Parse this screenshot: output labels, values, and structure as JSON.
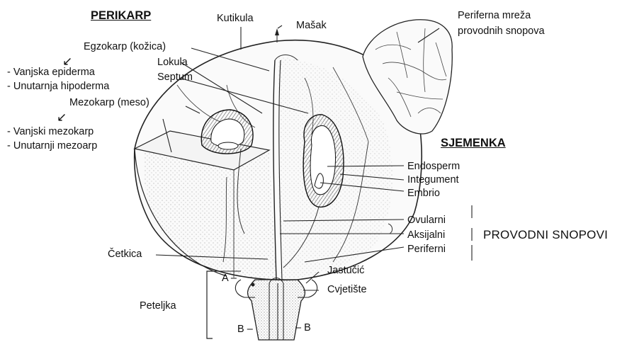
{
  "pericarp": {
    "heading": "PERIKARP",
    "exocarp": "Egzokarp (kožica)",
    "exocarp_items": [
      "- Vanjska epiderma",
      "- Unutarnja hipoderma"
    ],
    "mesocarp": "Mezokarp  (meso)",
    "mesocarp_items": [
      "- Vanjski mezokarp",
      "- Unutarnji mezoarp"
    ]
  },
  "top_labels": {
    "cuticle": "Kutikula",
    "bloom": "Mašak",
    "locule": "Lokula",
    "septum": "Septum"
  },
  "peripheral_network": [
    "Periferna mreža",
    "provodnih snopova"
  ],
  "seed": {
    "heading": "SJEMENKA",
    "items": [
      "Endosperm",
      "Integument",
      "Embrio"
    ]
  },
  "bundles": {
    "items": [
      "Ovularni",
      "Aksijalni",
      "Periferni"
    ],
    "title": "PROVODNI SNOPOVI"
  },
  "bottom_labels": {
    "brush": "Četkica",
    "cushion": "Jastučić",
    "receptacle": "Cvjetište",
    "pedicel": "Peteljka",
    "marker_a_left": "A –",
    "marker_b_left": "B –",
    "marker_b_right": "– B"
  },
  "icons": {
    "down_left_arrow": "↙"
  }
}
